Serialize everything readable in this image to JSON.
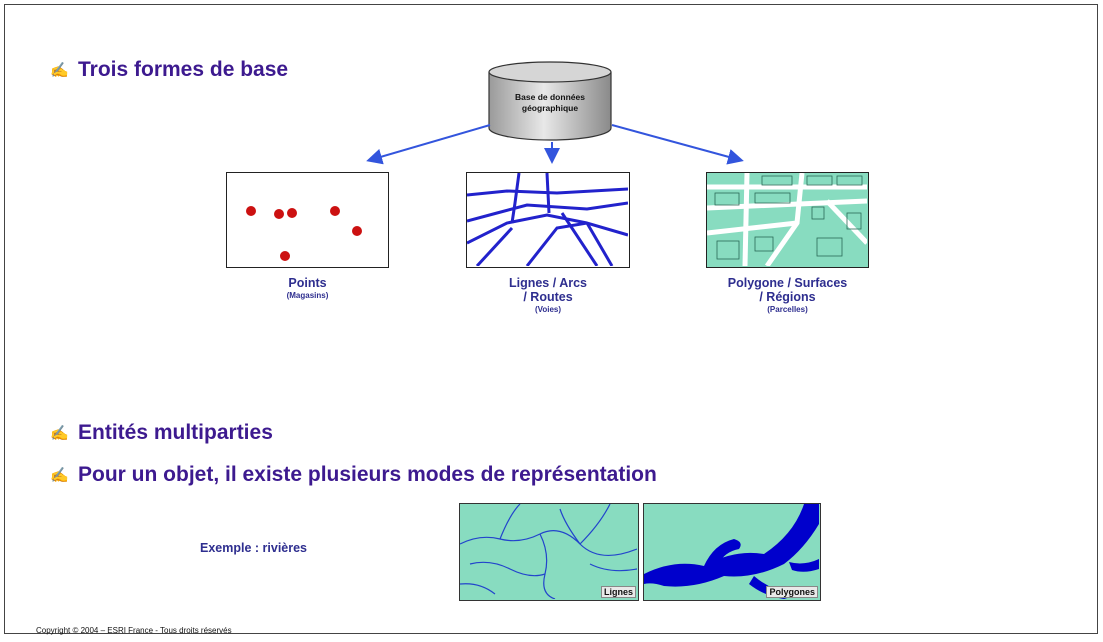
{
  "bullets": {
    "b1": "Trois formes de base",
    "b2": "Entités multiparties",
    "b3": "Pour un objet, il existe plusieurs modes de représentation"
  },
  "bullet_glyph": "✍",
  "database": {
    "line1": "Base de données",
    "line2": "géographique"
  },
  "forms": {
    "points": {
      "title": "Points",
      "sub": "(Magasins)"
    },
    "lines": {
      "title1": "Lignes / Arcs",
      "title2": "/ Routes",
      "sub": "(Voies)"
    },
    "polygons": {
      "title1": "Polygone / Surfaces",
      "title2": "/ Régions",
      "sub": "(Parcelles)"
    }
  },
  "example": {
    "label": "Exemple : rivières",
    "lines_tag": "Lignes",
    "polygons_tag": "Polygones"
  },
  "copyright": "Copyright © 2004 – ESRI France -  Tous droits réservés",
  "colors": {
    "heading": "#3d1a8f",
    "caption": "#2e2e8f",
    "arrow": "#3355dd",
    "point": "#cc1111",
    "street": "#2222cc",
    "parcel": "#88dcc0",
    "river": "#0000cc"
  }
}
